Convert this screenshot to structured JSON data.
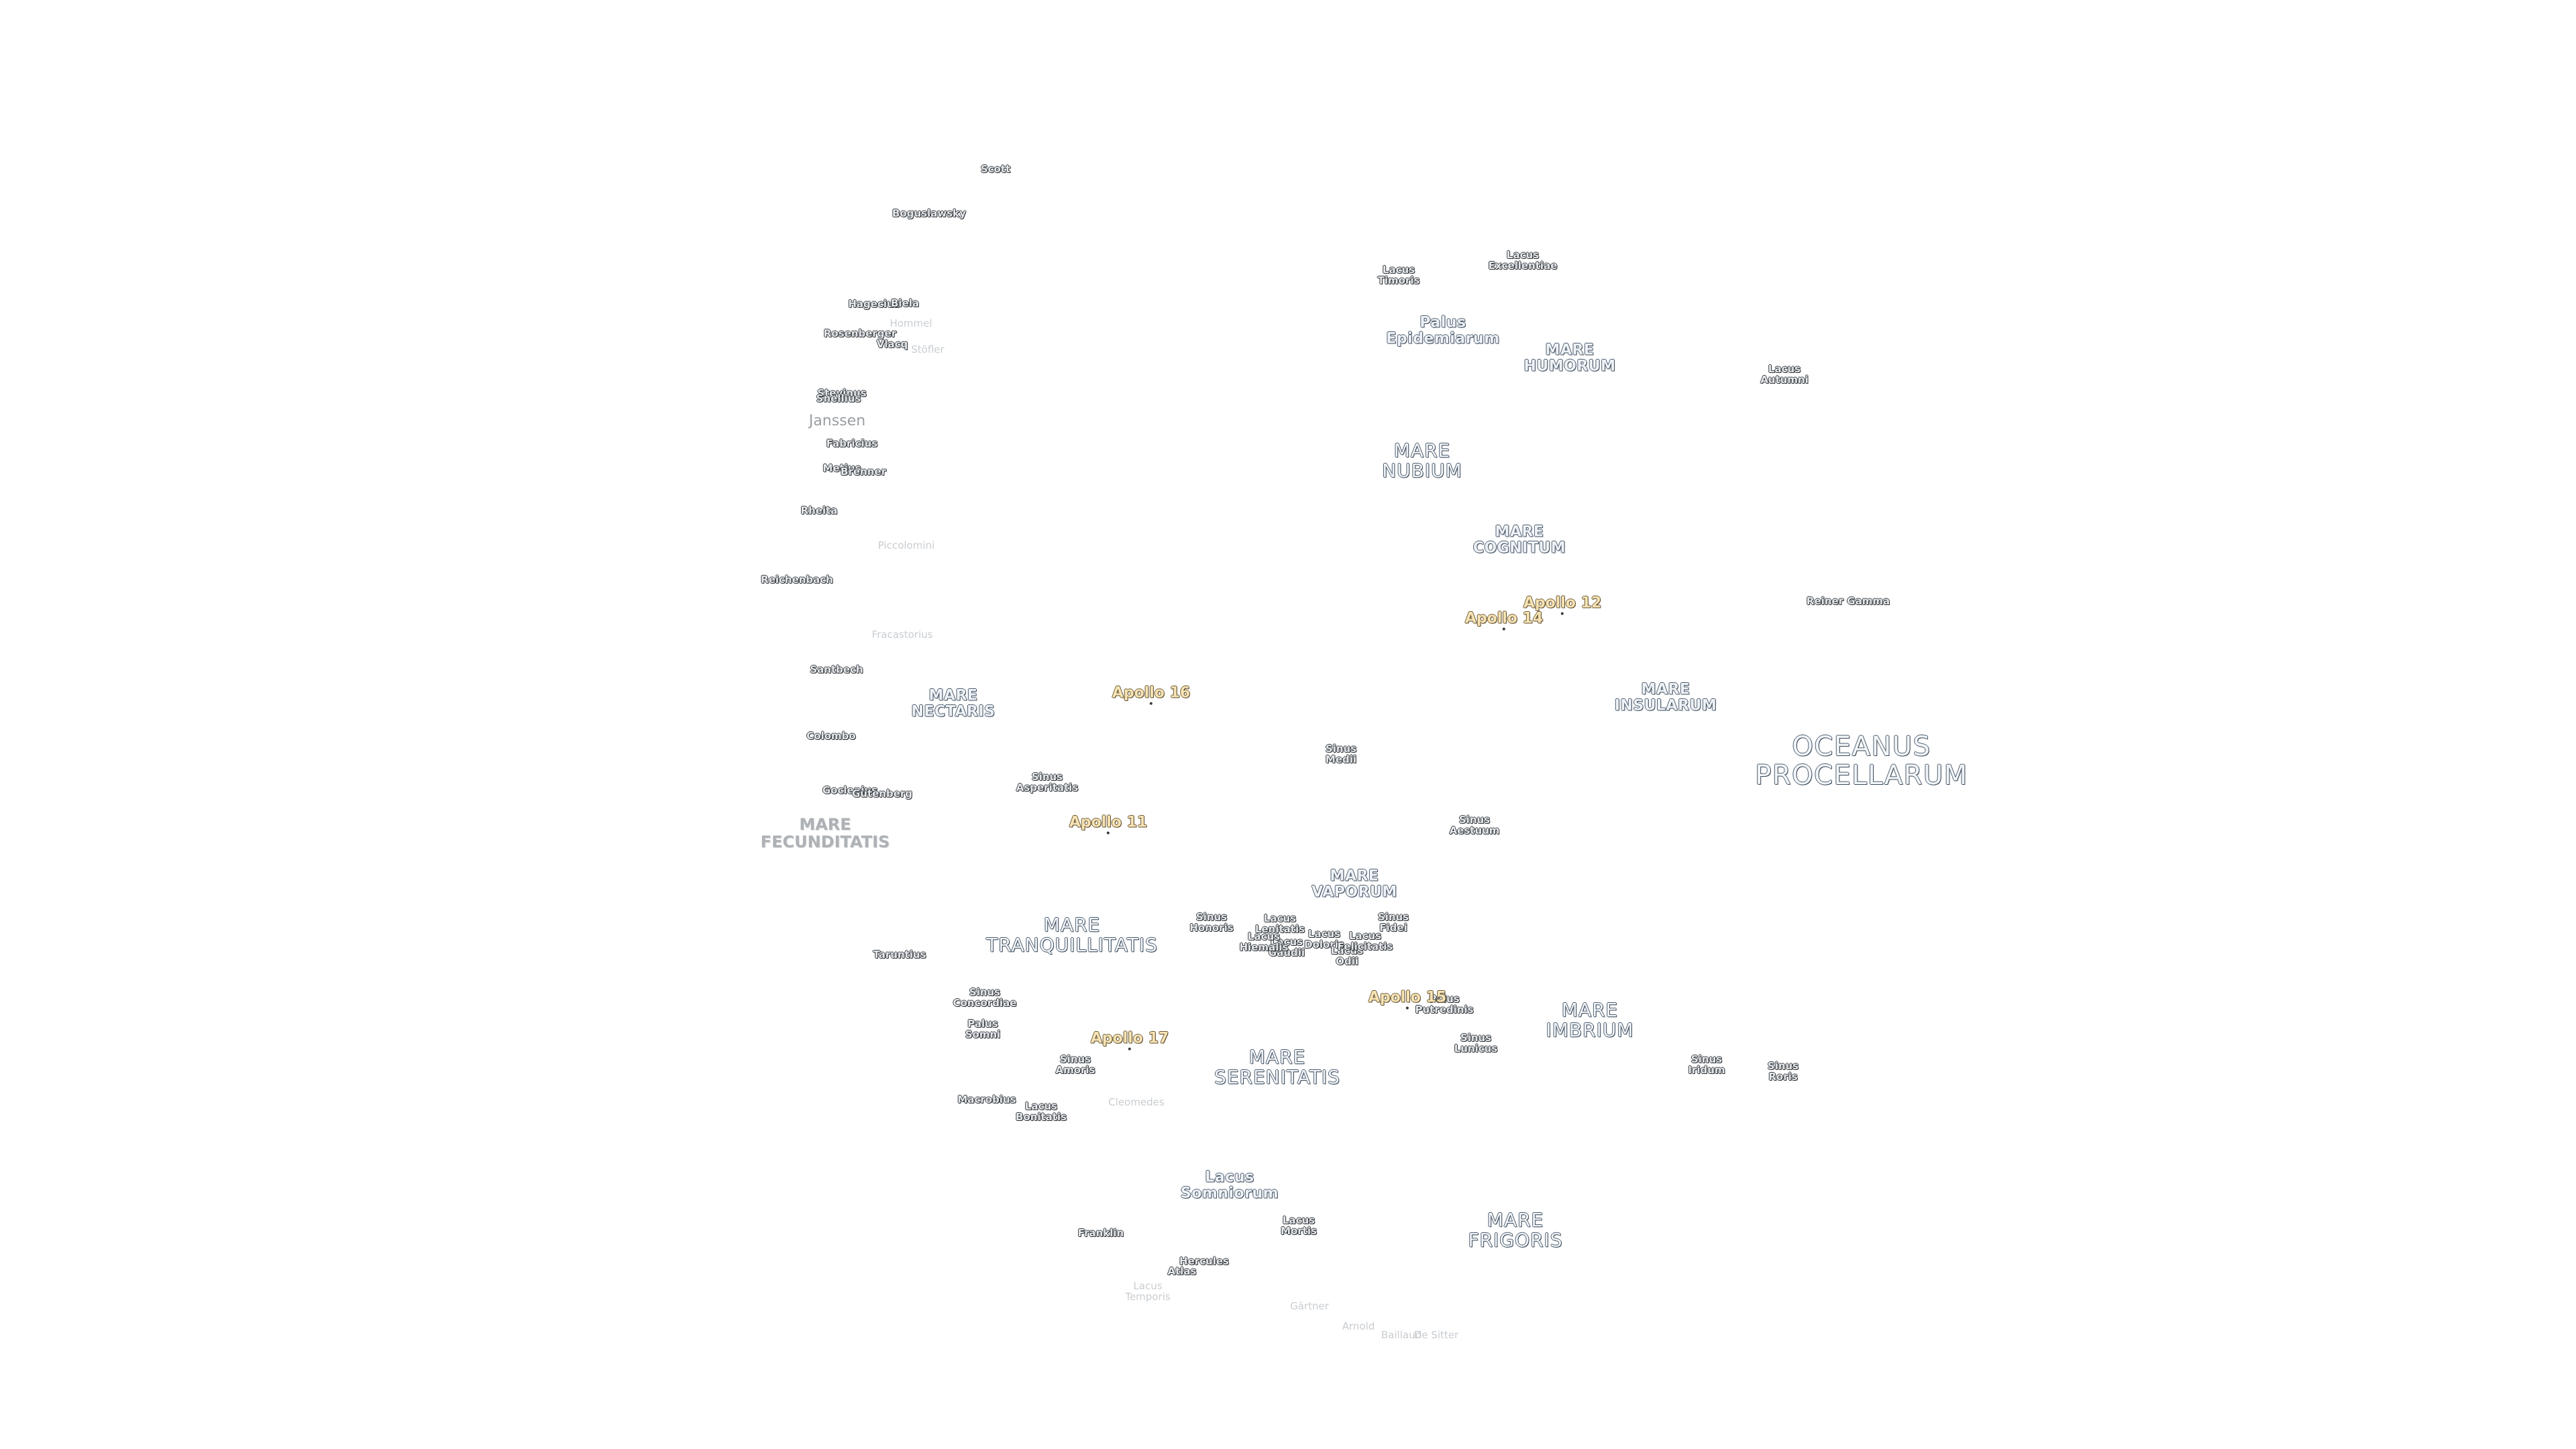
{
  "map": {
    "labels": [
      {
        "id": "scott",
        "text": "Scott",
        "kind": "crater"
      },
      {
        "id": "boguslawsky",
        "text": "Boguslawsky",
        "kind": "crater"
      },
      {
        "id": "hagecius",
        "text": "Hagecius",
        "kind": "crater"
      },
      {
        "id": "biela",
        "text": "Biela",
        "kind": "crater"
      },
      {
        "id": "hommel",
        "text": "Hommel",
        "kind": "faded"
      },
      {
        "id": "rosenberger",
        "text": "Rosenberger",
        "kind": "crater"
      },
      {
        "id": "vlacq",
        "text": "Vlacq",
        "kind": "crater"
      },
      {
        "id": "stoefler",
        "text": "Stöfler",
        "kind": "faded"
      },
      {
        "id": "stevinus",
        "text": "Stevinus",
        "kind": "crater"
      },
      {
        "id": "snellius",
        "text": "Snellius",
        "kind": "crater"
      },
      {
        "id": "janssen",
        "text": "Janssen",
        "kind": "faded-md"
      },
      {
        "id": "fabricius",
        "text": "Fabricius",
        "kind": "crater"
      },
      {
        "id": "metius",
        "text": "Metius",
        "kind": "crater"
      },
      {
        "id": "brenner",
        "text": "Brenner",
        "kind": "crater"
      },
      {
        "id": "rheita",
        "text": "Rheita",
        "kind": "crater"
      },
      {
        "id": "piccolomini",
        "text": "Piccolomini",
        "kind": "faded"
      },
      {
        "id": "reichenbach",
        "text": "Reichenbach",
        "kind": "crater"
      },
      {
        "id": "fracastorius",
        "text": "Fracastorius",
        "kind": "faded"
      },
      {
        "id": "santbech",
        "text": "Santbech",
        "kind": "crater"
      },
      {
        "id": "mare-nectaris",
        "text": "MARE\nNECTARIS",
        "kind": "mare"
      },
      {
        "id": "colombo",
        "text": "Colombo",
        "kind": "crater"
      },
      {
        "id": "sinus-asperitatis",
        "text": "Sinus\nAsperitatis",
        "kind": "sinus"
      },
      {
        "id": "goclenius",
        "text": "Goclenius",
        "kind": "crater"
      },
      {
        "id": "gutenberg",
        "text": "Gutenberg",
        "kind": "crater"
      },
      {
        "id": "mare-fecunditatis",
        "text": "MARE\nFECUNDITATIS",
        "kind": "faded-lg"
      },
      {
        "id": "taruntius",
        "text": "Taruntius",
        "kind": "crater"
      },
      {
        "id": "mare-tranquillitatis",
        "text": "MARE\nTRANQUILLITATIS",
        "kind": "mare-lg"
      },
      {
        "id": "sinus-concordiae",
        "text": "Sinus\nConcordiae",
        "kind": "sinus"
      },
      {
        "id": "palus-somni",
        "text": "Palus\nSomni",
        "kind": "sinus"
      },
      {
        "id": "sinus-amoris",
        "text": "Sinus\nAmoris",
        "kind": "sinus"
      },
      {
        "id": "macrobius",
        "text": "Macrobius",
        "kind": "crater"
      },
      {
        "id": "lacus-bonitatis",
        "text": "Lacus\nBonitatis",
        "kind": "sinus"
      },
      {
        "id": "cleomedes",
        "text": "Cleomedes",
        "kind": "faded"
      },
      {
        "id": "sinus-honoris",
        "text": "Sinus\nHonoris",
        "kind": "sinus"
      },
      {
        "id": "lacus-lenitatis",
        "text": "Lacus\nLenitatis",
        "kind": "sinus"
      },
      {
        "id": "lacus-gaudii",
        "text": "Lacus\nGaudii",
        "kind": "sinus"
      },
      {
        "id": "lacus-hiemalis",
        "text": "Lacus\nHiemalis",
        "kind": "sinus"
      },
      {
        "id": "lacus-doloris",
        "text": "Lacus\nDoloris",
        "kind": "sinus"
      },
      {
        "id": "lacus-odii",
        "text": "Lacus\nOdii",
        "kind": "sinus"
      },
      {
        "id": "lacus-felicitatis",
        "text": "Lacus\nFelicitatis",
        "kind": "sinus"
      },
      {
        "id": "sinus-fidei",
        "text": "Sinus\nFidei",
        "kind": "sinus"
      },
      {
        "id": "mare-vaporum",
        "text": "MARE\nVAPORUM",
        "kind": "mare"
      },
      {
        "id": "mare-serenitatis",
        "text": "MARE\nSERENITATIS",
        "kind": "mare-lg"
      },
      {
        "id": "sinus-medii",
        "text": "Sinus\nMedii",
        "kind": "sinus"
      },
      {
        "id": "sinus-aestuum",
        "text": "Sinus\nAestuum",
        "kind": "sinus"
      },
      {
        "id": "palus-putredinis",
        "text": "Palus\nPutredinis",
        "kind": "sinus"
      },
      {
        "id": "sinus-lunicus",
        "text": "Sinus\nLunicus",
        "kind": "sinus"
      },
      {
        "id": "mare-imbrium",
        "text": "MARE\nIMBRIUM",
        "kind": "mare-lg"
      },
      {
        "id": "sinus-iridum",
        "text": "Sinus\nIridum",
        "kind": "sinus"
      },
      {
        "id": "sinus-roris",
        "text": "Sinus\nRoris",
        "kind": "sinus"
      },
      {
        "id": "lacus-somniorum",
        "text": "Lacus\nSomniorum",
        "kind": "mare"
      },
      {
        "id": "lacus-mortis",
        "text": "Lacus\nMortis",
        "kind": "sinus"
      },
      {
        "id": "franklin",
        "text": "Franklin",
        "kind": "crater"
      },
      {
        "id": "hercules",
        "text": "Hercules",
        "kind": "crater"
      },
      {
        "id": "atlas",
        "text": "Atlas",
        "kind": "crater"
      },
      {
        "id": "lacus-temporis",
        "text": "Lacus\nTemporis",
        "kind": "faded"
      },
      {
        "id": "gaertner",
        "text": "Gärtner",
        "kind": "faded"
      },
      {
        "id": "arnold",
        "text": "Arnold",
        "kind": "faded"
      },
      {
        "id": "baillaud",
        "text": "Baillaud",
        "kind": "faded"
      },
      {
        "id": "de-sitter",
        "text": "De Sitter",
        "kind": "faded"
      },
      {
        "id": "mare-frigoris",
        "text": "MARE\nFRIGORIS",
        "kind": "mare-lg"
      },
      {
        "id": "lacus-timoris",
        "text": "Lacus\nTimoris",
        "kind": "sinus"
      },
      {
        "id": "lacus-excellentiae",
        "text": "Lacus\nExcellentiae",
        "kind": "sinus"
      },
      {
        "id": "palus-epidemiarum",
        "text": "Palus\nEpidemiarum",
        "kind": "mare"
      },
      {
        "id": "mare-humorum",
        "text": "MARE\nHUMORUM",
        "kind": "mare"
      },
      {
        "id": "lacus-autumni",
        "text": "Lacus\nAutumni",
        "kind": "sinus"
      },
      {
        "id": "mare-nubium",
        "text": "MARE\nNUBIUM",
        "kind": "mare-lg"
      },
      {
        "id": "mare-cognitum",
        "text": "MARE\nCOGNITUM",
        "kind": "mare"
      },
      {
        "id": "reiner-gamma",
        "text": "Reiner Gamma",
        "kind": "crater"
      },
      {
        "id": "mare-insularum",
        "text": "MARE\nINSULARUM",
        "kind": "mare"
      },
      {
        "id": "oceanus-procellarum",
        "text": "OCEANUS\nPROCELLARUM",
        "kind": "ocean"
      },
      {
        "id": "apollo-12",
        "text": "Apollo 12",
        "kind": "apollo"
      },
      {
        "id": "apollo-14",
        "text": "Apollo 14",
        "kind": "apollo"
      },
      {
        "id": "apollo-16",
        "text": "Apollo 16",
        "kind": "apollo"
      },
      {
        "id": "apollo-11",
        "text": "Apollo 11",
        "kind": "apollo"
      },
      {
        "id": "apollo-15",
        "text": "Apollo 15",
        "kind": "apollo"
      },
      {
        "id": "apollo-17",
        "text": "Apollo 17",
        "kind": "apollo"
      }
    ]
  }
}
